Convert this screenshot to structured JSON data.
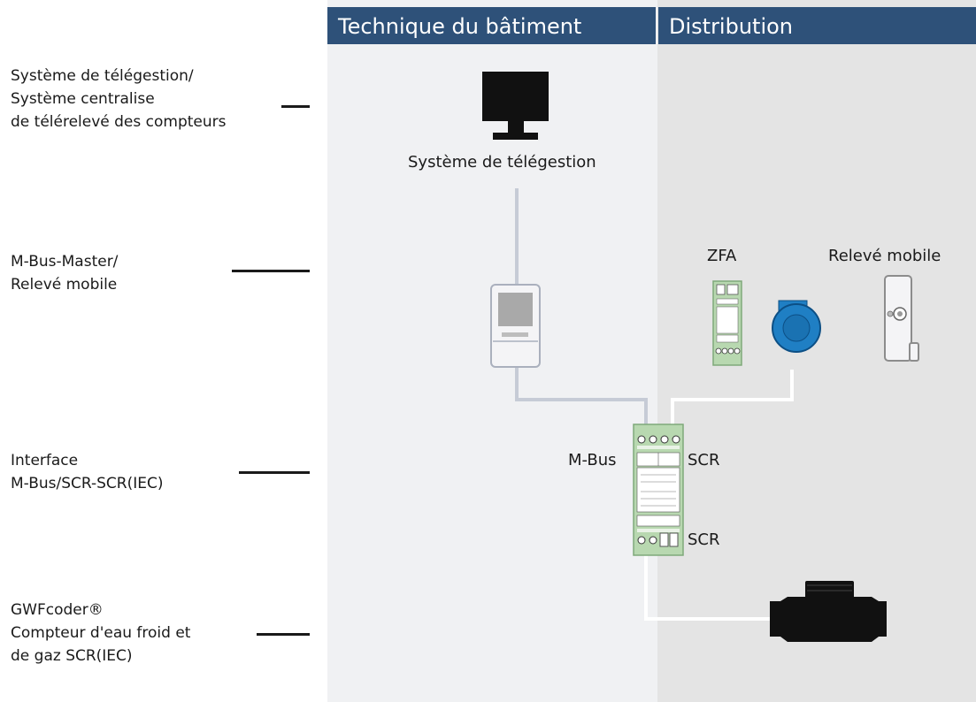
{
  "header": {
    "left_title": "Technique du bâtiment",
    "right_title": "Distribution"
  },
  "levels": [
    {
      "lines": [
        "Système de télégestion/",
        "Système centralise",
        "de télérelevé des compteurs"
      ]
    },
    {
      "lines": [
        "M-Bus-Master/",
        "Relevé mobile"
      ]
    },
    {
      "lines": [
        "Interface",
        "M-Bus/SCR-SCR(IEC)"
      ]
    },
    {
      "lines": [
        "GWFcoder®",
        "Compteur d'eau froid et",
        "de gaz SCR(IEC)"
      ]
    }
  ],
  "devices": {
    "monitor_label": "Système de télégestion",
    "zfa_label": "ZFA",
    "mobile_label": "Relevé mobile",
    "mbus_label": "M-Bus",
    "scr_top_label": "SCR",
    "scr_bottom_label": "SCR"
  },
  "colors": {
    "header_bg": "#2e5179",
    "building_bg": "#f0f1f3",
    "distribution_bg": "#e4e4e4",
    "interface_green": "#b8d8b0",
    "reader_blue": "#1f7fc4",
    "connector_line": "#ffffff",
    "mbus_line": "#c6cbd6"
  }
}
